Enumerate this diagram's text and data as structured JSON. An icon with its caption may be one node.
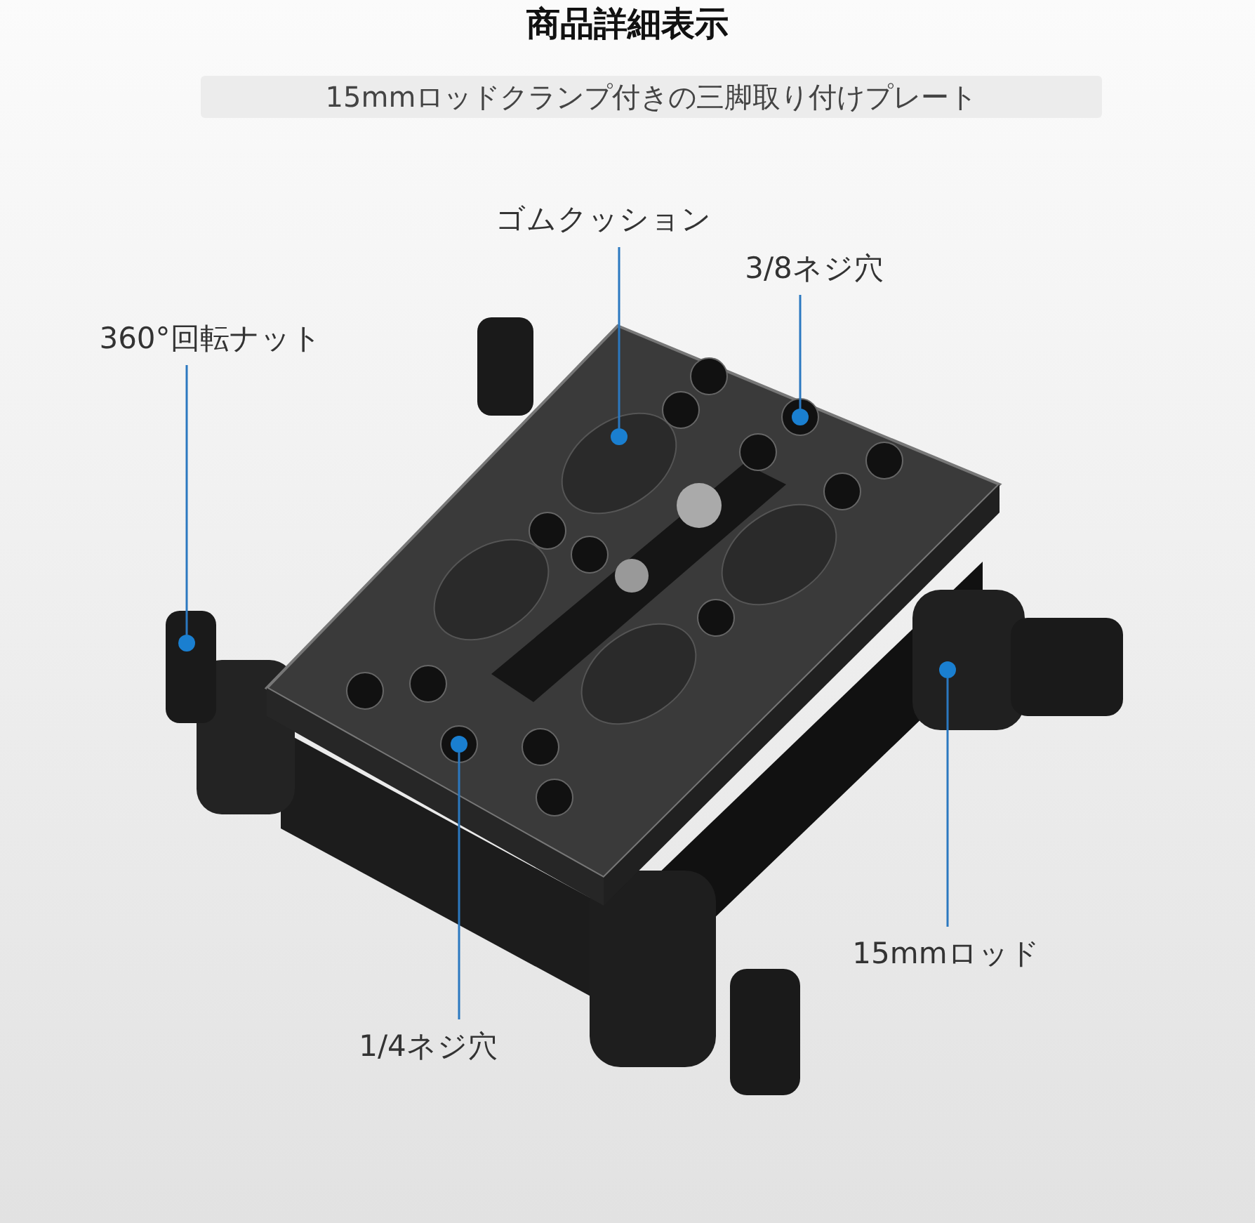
{
  "diagram": {
    "title": "商品詳細表示",
    "nodes": [
      {
        "text": [
          "15mmロッドクランプ付きの三脚取り付けプレート"
        ]
      },
      {
        "text": [
          "ゴムクッション"
        ]
      },
      {
        "text": [],
        "shape": "circle"
      },
      {
        "text": [
          "3/8ネジ穴"
        ]
      },
      {
        "text": [],
        "shape": "circle"
      },
      {
        "text": [
          "360°回転ナット"
        ]
      },
      {
        "text": [],
        "shape": "circle"
      },
      {
        "text": [
          "15mmロッド"
        ]
      },
      {
        "text": [],
        "shape": "circle"
      },
      {
        "text": [
          "1/4ネジ穴"
        ]
      },
      {
        "text": [],
        "shape": "circle"
      }
    ],
    "edges": [
      {
        "from": 1,
        "to": 2,
        "arrow": "none"
      },
      {
        "from": 3,
        "to": 4,
        "arrow": "none"
      },
      {
        "from": 5,
        "to": 6,
        "arrow": "none"
      },
      {
        "from": 7,
        "to": 8,
        "arrow": "none"
      },
      {
        "from": 9,
        "to": 10,
        "arrow": "none"
      }
    ]
  }
}
